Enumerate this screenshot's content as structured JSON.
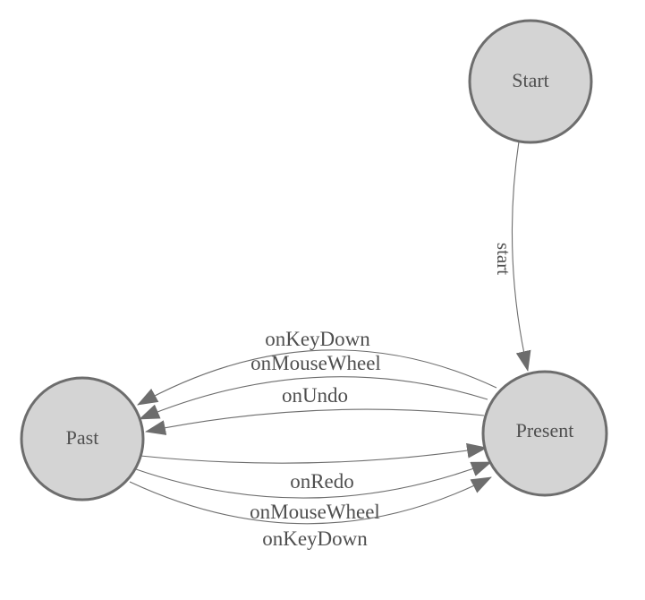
{
  "diagram": {
    "kind": "finite-state-machine",
    "background_color": "#ffffff",
    "colors": {
      "node_fill": "#d4d4d4",
      "node_stroke": "#6d6d6d",
      "edge_stroke": "#6d6d6d",
      "arrowhead_fill": "#6d6d6d",
      "label_text": "#4f4f4f"
    },
    "nodes": [
      {
        "label": "Start"
      },
      {
        "label": "Present"
      },
      {
        "label": "Past"
      }
    ],
    "edges": [
      {
        "from": "Start",
        "to": "Present",
        "label": "start"
      },
      {
        "from": "Present",
        "to": "Past",
        "label": "onKeyDown"
      },
      {
        "from": "Present",
        "to": "Past",
        "label": "onMouseWheel"
      },
      {
        "from": "Present",
        "to": "Past",
        "label": "onUndo"
      },
      {
        "from": "Past",
        "to": "Present",
        "label": "onRedo"
      },
      {
        "from": "Past",
        "to": "Present",
        "label": "onMouseWheel"
      },
      {
        "from": "Past",
        "to": "Present",
        "label": "onKeyDown"
      }
    ]
  }
}
